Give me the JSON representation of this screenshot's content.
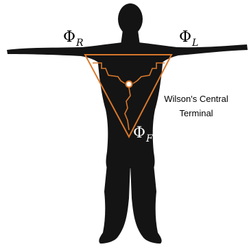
{
  "colors": {
    "background": "#ffffff",
    "body_silhouette": "#141414",
    "triangle_stroke": "#d9782b",
    "wire_stroke": "#d9782b",
    "dot_fill": "#ffffff",
    "dot_stroke": "#d9782b",
    "label_dark": "#000000",
    "label_light": "#ffffff"
  },
  "labels": {
    "phi_r": {
      "symbol": "Φ",
      "subscript": "R"
    },
    "phi_l": {
      "symbol": "Φ",
      "subscript": "L"
    },
    "phi_f": {
      "symbol": "Φ",
      "subscript": "F"
    },
    "central_terminal_line1": "Wilson's Central",
    "central_terminal_line2": "Terminal"
  }
}
